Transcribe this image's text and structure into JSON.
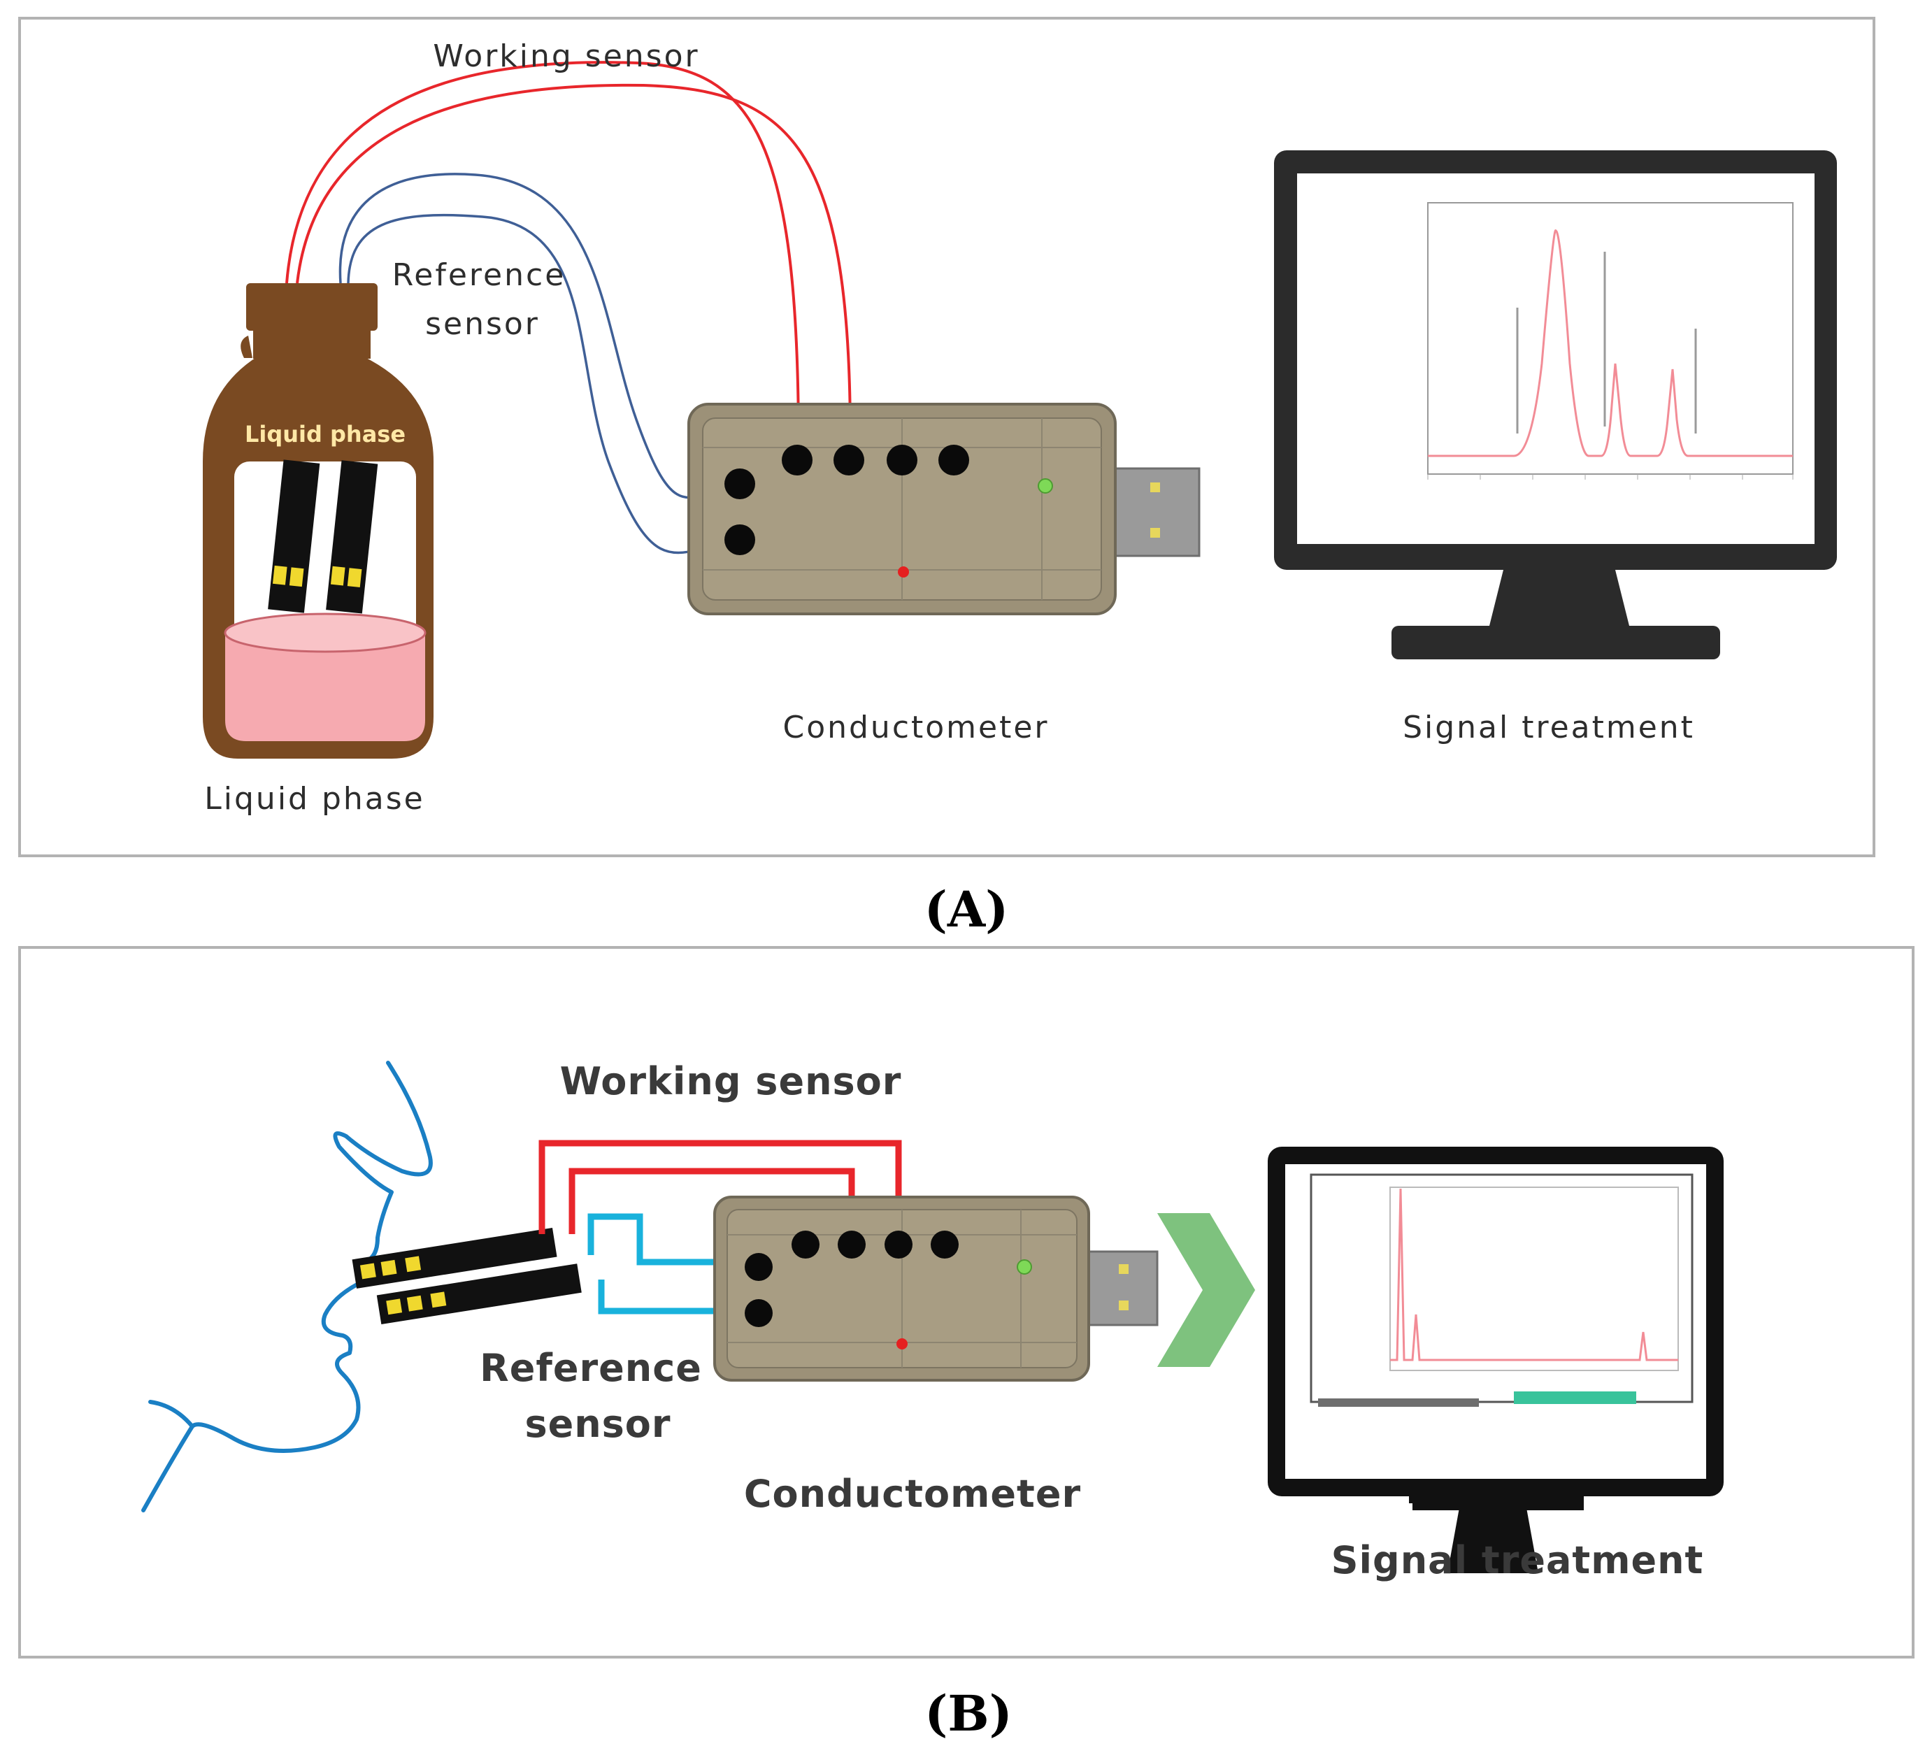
{
  "panel_a": {
    "letter_open": "(",
    "letter": "A",
    "letter_close": ")",
    "working_sensor_label": "Working sensor",
    "reference_sensor_label_line1": "Reference",
    "reference_sensor_label_line2": "sensor",
    "bottle_label": "Liquid phase",
    "liquid_phase_label": "Liquid phase",
    "conductometer_label": "Conductometer",
    "signal_treatment_label": "Signal treatment"
  },
  "panel_b": {
    "letter_open": "(",
    "letter": "B",
    "letter_close": ")",
    "working_sensor_label": "Working sensor",
    "reference_sensor_label_line1": "Reference",
    "reference_sensor_label_line2": "sensor",
    "conductometer_label": "Conductometer",
    "signal_treatment_label": "Signal treatment"
  },
  "colors": {
    "working_wire": "#e8262b",
    "reference_wire_a": "#3f5f96",
    "reference_wire_b": "#19b2dc",
    "profile": "#1a7fc4",
    "bottle": "#7a4a22",
    "arrow": "#7ec27e",
    "monitor": "#2b2b2b",
    "trace": "#f28c96"
  }
}
